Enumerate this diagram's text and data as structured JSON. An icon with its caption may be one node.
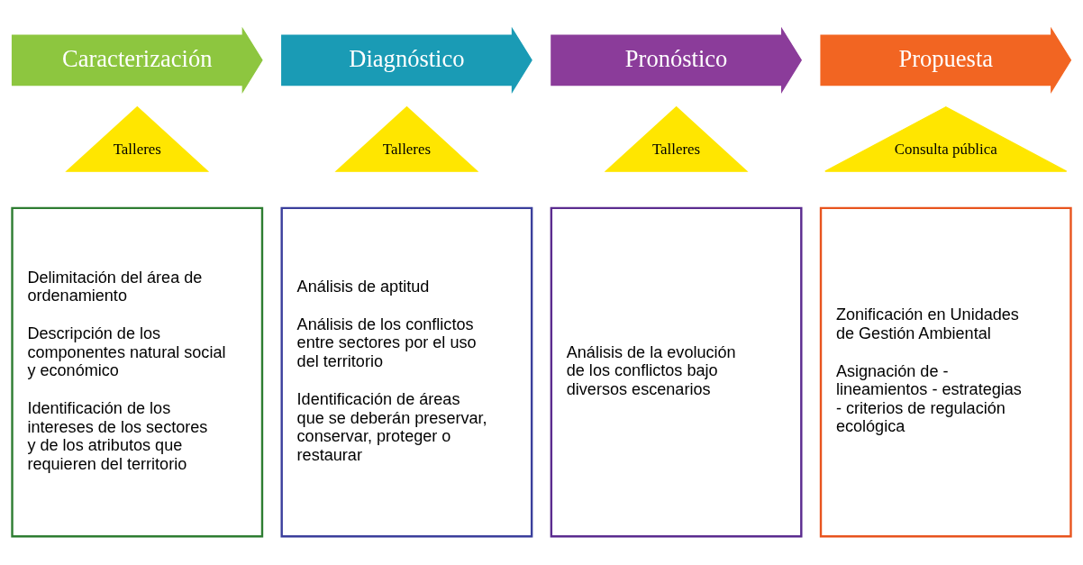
{
  "diagram": {
    "nodes": [
      {
        "text": [
          "Caracterización"
        ]
      },
      {
        "text": [
          "Diagnóstico"
        ]
      },
      {
        "text": [
          "Pronóstico"
        ]
      },
      {
        "text": [
          "Propuesta"
        ]
      },
      {
        "text": [
          "Talleres"
        ]
      },
      {
        "text": [
          "Talleres"
        ]
      },
      {
        "text": [
          "Talleres"
        ]
      },
      {
        "text": [
          "Consulta pública"
        ]
      },
      {
        "text": [
          "Delimitación del área de ordenamiento",
          "Descripción de los componentes natural social y económico",
          "Identificación de los intereses de los sectores y de los atributos que requieren del territorio"
        ]
      },
      {
        "text": [
          "Análisis de aptitud",
          "Análisis de los conflictos entre sectores por el uso del territorio",
          "Identificación de áreas que se deberán preservar, conservar, proteger o restaurar"
        ]
      },
      {
        "text": [
          "Análisis de la evolución de los conflictos bajo diversos escenarios"
        ]
      },
      {
        "text": [
          "Zonificación en Unidades de Gestión Ambiental",
          "Asignación de - lineamientos - estrategias - criterios de regulación ecológica"
        ]
      }
    ]
  }
}
